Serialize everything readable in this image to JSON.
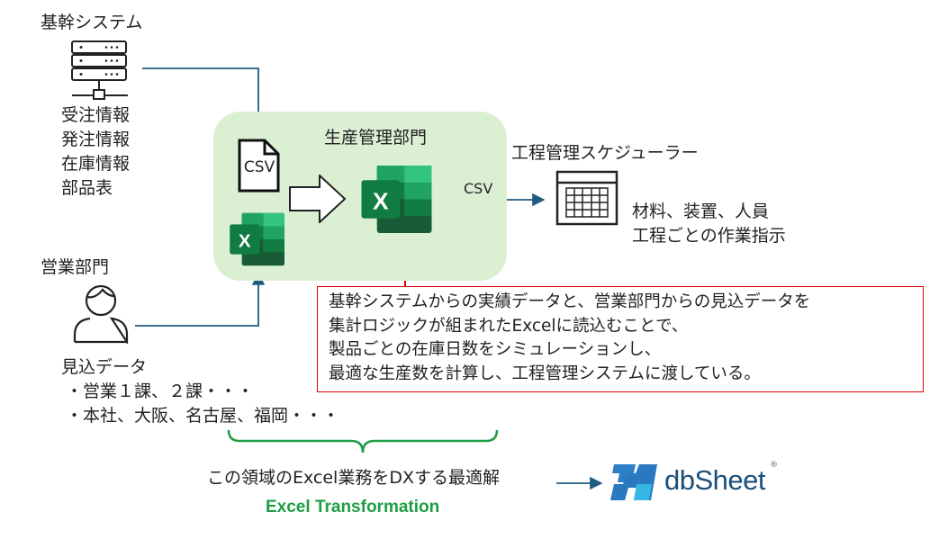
{
  "core_system": {
    "title": "基幹システム",
    "items": [
      "受注情報",
      "発注情報",
      "在庫情報",
      "部品表"
    ]
  },
  "production": {
    "title": "生産管理部門",
    "csv_doc_label": "CSV",
    "csv_arrow_label": "CSV"
  },
  "scheduler": {
    "title": "工程管理スケジューラー",
    "outputs": [
      "材料、装置、人員",
      "工程ごとの作業指示"
    ]
  },
  "note": {
    "lines": [
      "基幹システムからの実績データと、営業部門からの見込データを",
      "集計ロジックが組まれたExcelに読込むことで、",
      "製品ごとの在庫日数をシミュレーションし、",
      "最適な生産数を計算し、工程管理システムに渡している。"
    ]
  },
  "sales": {
    "title": "営業部門",
    "data_title": "見込データ",
    "items": [
      "・営業１課、２課・・・",
      "・本社、大阪、名古屋、福岡・・・"
    ]
  },
  "footer": {
    "tagline": "この領域のExcel業務をDXする最適解",
    "brand_part1": "Excel",
    "brand_part2": "Transformation",
    "logo_text": "dbSheet",
    "logo_mark": "®"
  },
  "colors": {
    "arrow": "#1f5c80",
    "green_box": "#dbf0d3",
    "red": "#e00000",
    "brand_green": "#1e9e44",
    "logo_dark": "#1b4f7a",
    "logo_light": "#37b6e6"
  }
}
